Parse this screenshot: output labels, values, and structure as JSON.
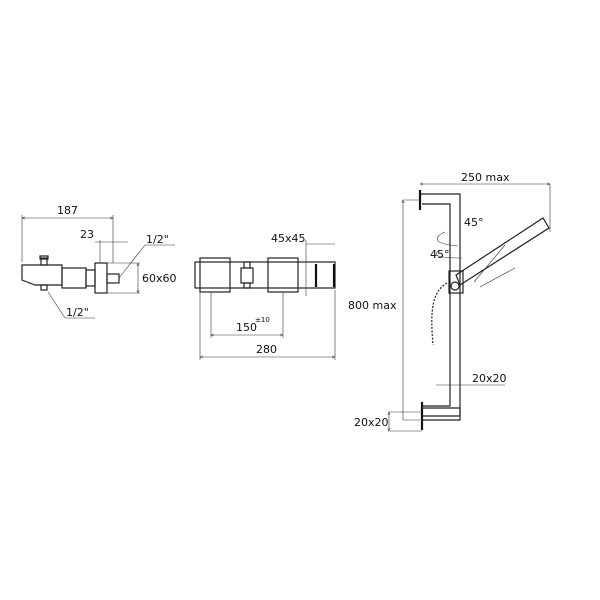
{
  "drawing": {
    "side_view": {
      "width_label": "187",
      "offset_label": "23",
      "inlet_label": "1/2\"",
      "outlet_label": "1/2\"",
      "body_label": "60x60"
    },
    "front_view": {
      "section_label": "45x45",
      "spacing_label": "150",
      "tolerance_label": "±10",
      "total_label": "280"
    },
    "shower_rail": {
      "width_label": "250  max",
      "height_label": "800  max",
      "angle_top_label": "45°",
      "angle_bottom_label": "45°",
      "rail_section_label": "20x20",
      "bracket_section_label": "20x20"
    }
  }
}
